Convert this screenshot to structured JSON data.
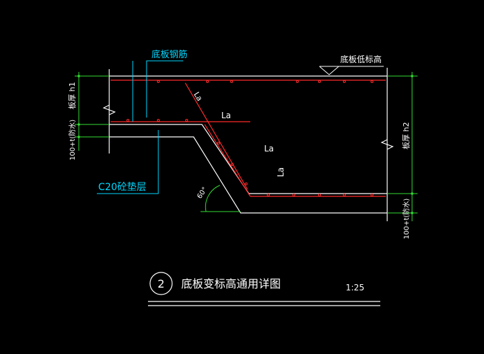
{
  "labels": {
    "bottom_slab_rebar": "底板钢筋",
    "bottom_slab_low_elevation": "底板低标高",
    "slab_thickness_h1": "板厚 h1",
    "slab_thickness_h2": "板厚 h2",
    "cushion_left": "100+t(防水)",
    "cushion_right": "100+t(防水)",
    "c20_cushion": "C20砼垫层",
    "la_diagonal": "La",
    "la_horizontal": "La",
    "la_middle": "La",
    "la_lower": "La",
    "angle": "60°",
    "detail_number": "2",
    "detail_title": "底板变标高通用详图",
    "scale": "1:25"
  },
  "colors": {
    "background": "#000000",
    "outline": "#ffffff",
    "rebar": "#ff2a2a",
    "dimension": "#33dd33",
    "leader": "#00d8ff"
  }
}
